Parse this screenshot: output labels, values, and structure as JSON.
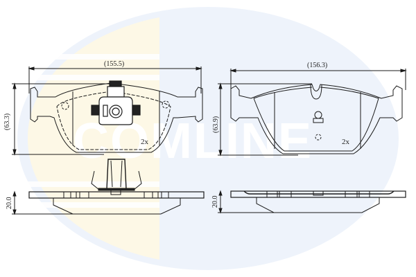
{
  "watermark": {
    "brand_text": "COMLINE",
    "ellipse_color": "#eef3fb",
    "accent_color": "#fdf8e6"
  },
  "front_view_left": {
    "width_dimension": "(155.5)",
    "height_dimension": "(63.3)",
    "quantity": "2x",
    "has_wear_sensor": true
  },
  "front_view_right": {
    "width_dimension": "(156.3)",
    "height_dimension": "(63.9)",
    "quantity": "2x"
  },
  "side_view_left": {
    "thickness_dimension": "20.0"
  },
  "side_view_right": {
    "thickness_dimension": "20.0"
  },
  "colors": {
    "line": "#1a1a1a",
    "background": "#ffffff"
  }
}
